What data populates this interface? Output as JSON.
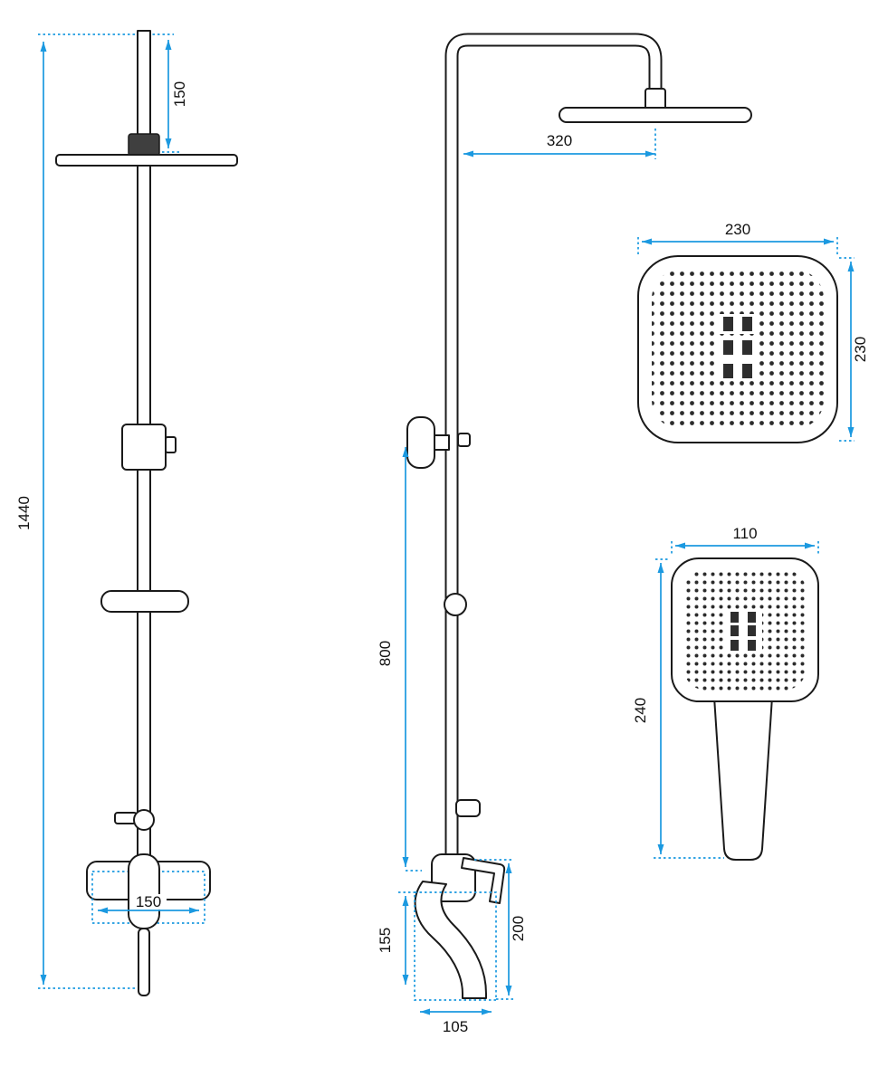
{
  "accent_color": "#1b99e0",
  "line_color": "#1a1a1a",
  "dimensions": {
    "front_view": {
      "ceiling_offset": "150",
      "total_height": "1440",
      "mixer_width": "150"
    },
    "side_view": {
      "head_arm_reach": "320",
      "riser_height": "800",
      "spout_height": "200",
      "spout_drop": "155",
      "spout_reach": "105"
    },
    "head_top_view": {
      "width": "230",
      "depth": "230"
    },
    "hand_shower_view": {
      "width": "110",
      "length": "240"
    }
  }
}
